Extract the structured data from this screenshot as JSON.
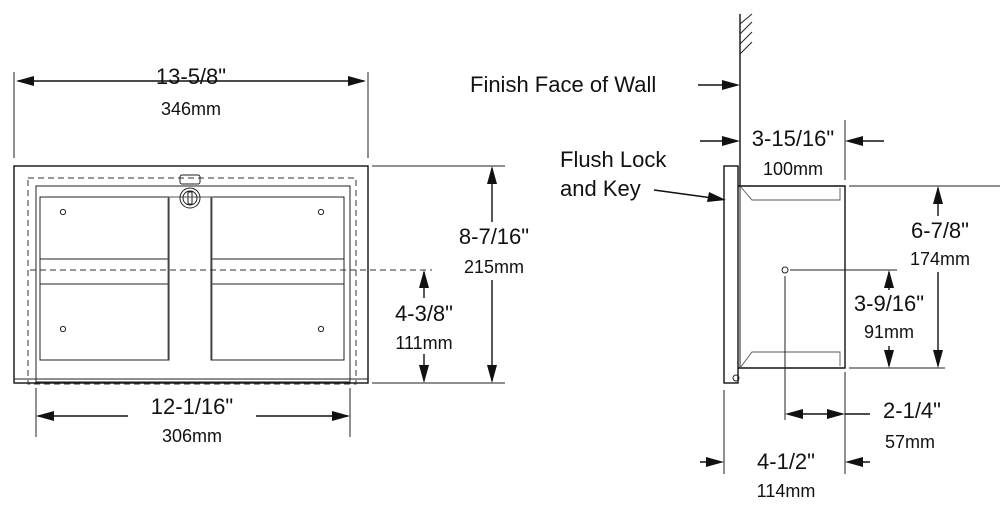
{
  "front_view": {
    "overall_width": {
      "inches": "13-5/8\"",
      "mm": "346mm"
    },
    "overall_height": {
      "inches": "8-7/16\"",
      "mm": "215mm"
    },
    "mid_height": {
      "inches": "4-3/8\"",
      "mm": "111mm"
    },
    "inner_width": {
      "inches": "12-1/16\"",
      "mm": "306mm"
    }
  },
  "side_view": {
    "wall_label": "Finish Face of Wall",
    "lock_label_line1": "Flush Lock",
    "lock_label_line2": "and Key",
    "projection": {
      "inches": "3-15/16\"",
      "mm": "100mm"
    },
    "body_height": {
      "inches": "6-7/8\"",
      "mm": "174mm"
    },
    "hole_height": {
      "inches": "3-9/16\"",
      "mm": "91mm"
    },
    "hole_offset": {
      "inches": "2-1/4\"",
      "mm": "57mm"
    },
    "total_depth": {
      "inches": "4-1/2\"",
      "mm": "114mm"
    }
  }
}
